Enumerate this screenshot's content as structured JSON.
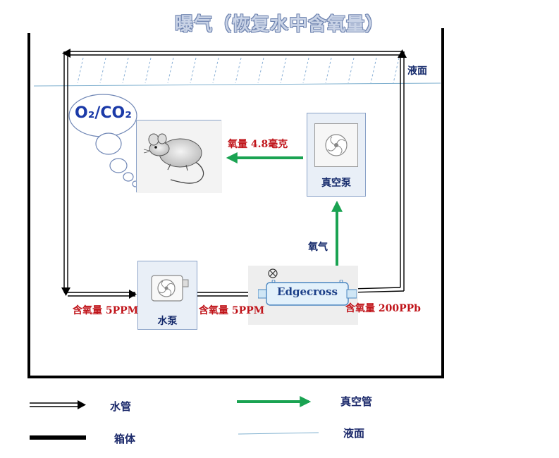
{
  "title": "曝气（恢复水中含氧量）",
  "surface_label": "液面",
  "bubble": {
    "text": "O₂/CO₂"
  },
  "mouse_icon": "mouse-icon",
  "vacuum_pump": {
    "label": "真空泵",
    "icon": "fan-icon"
  },
  "water_pump": {
    "label": "水泵",
    "icon": "fan-icon"
  },
  "filter": {
    "label": "Edgecross",
    "valve_icon": "valve-icon"
  },
  "flow_labels": {
    "oxygen_to_mouse": "氧量 4.8毫克",
    "oxygen_up": "氧气",
    "inlet": "含氧量 5PPM",
    "after_pump": "含氧量 5PPM",
    "outlet": "含氧量 200PPb"
  },
  "legend": {
    "water_pipe": "水管",
    "vacuum_pipe": "真空管",
    "tank": "箱体",
    "surface": "液面"
  },
  "colors": {
    "vacuum_green": "#1aa352",
    "surface_line": "#7fb0cf",
    "oxygen_red": "#c0141a",
    "label_navy": "#152a6b"
  }
}
